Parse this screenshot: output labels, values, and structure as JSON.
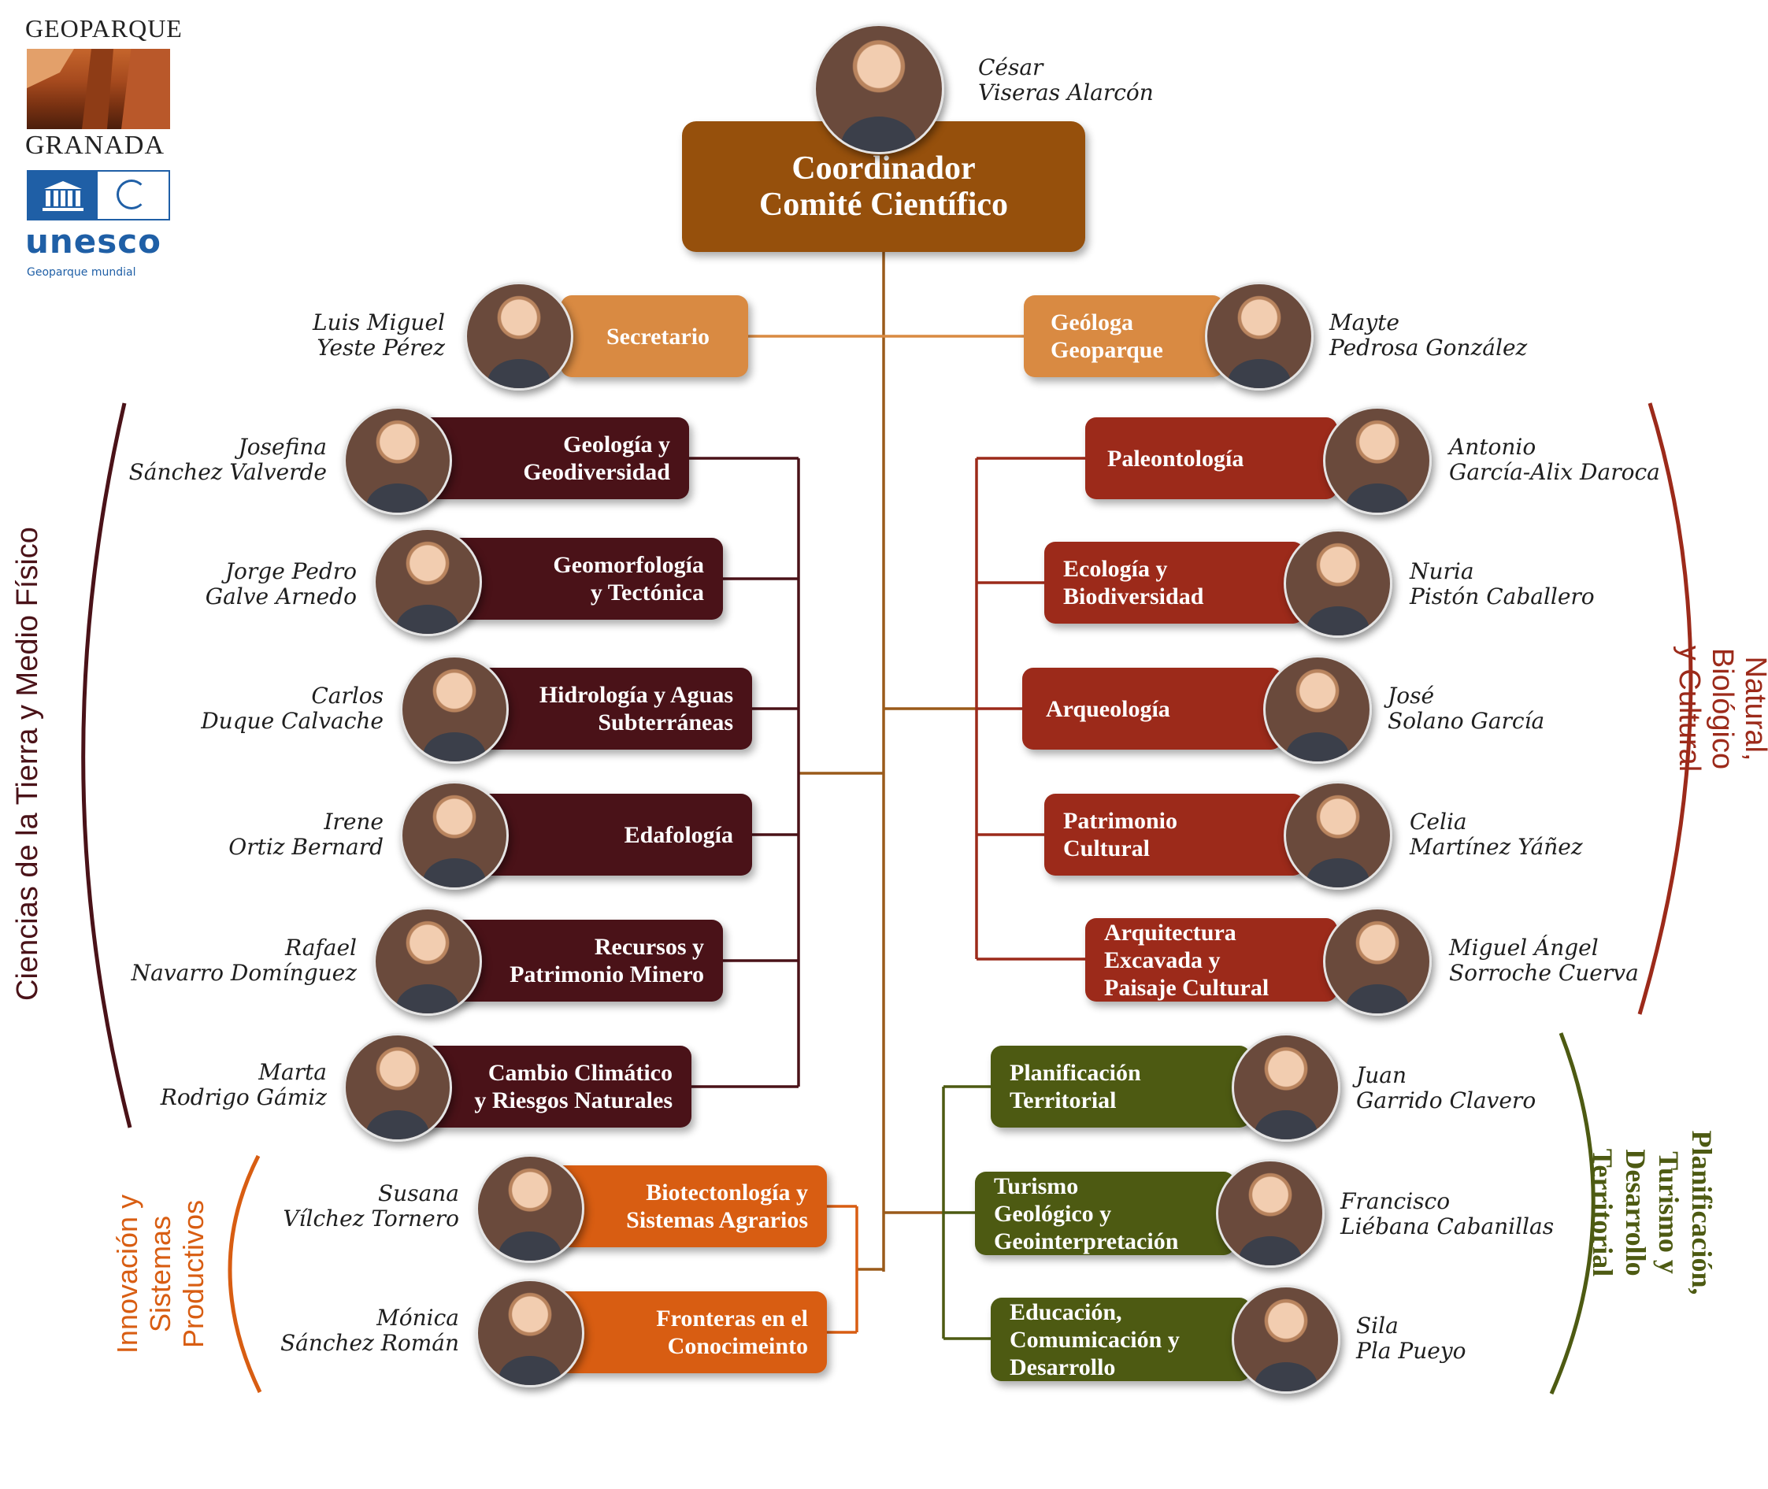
{
  "logo": {
    "top_text": "GEOPARQUE",
    "bottom_text": "GRANADA",
    "unesco_text": "unesco",
    "unesco_sub": "Geoparque mundial"
  },
  "colors": {
    "coordinator": "#96500c",
    "light_orange": "#d98a42",
    "dark_maroon": "#4a1218",
    "rust": "#9c2a1a",
    "orange": "#d85d12",
    "olive": "#4d5a12",
    "trunk_line": "#9a5a1a"
  },
  "coordinator": {
    "label": "Coordinador\nComité Científico",
    "person": "César\nViseras Alarcón",
    "photo": "coordinator-photo"
  },
  "top_left": {
    "label": "Secretario",
    "person": "Luis Miguel\nYeste Pérez"
  },
  "top_right": {
    "label": "Geóloga\nGeoparque",
    "person": "Mayte\nPedrosa González"
  },
  "groups": {
    "earth": "Ciencias de la Tierra y Medio Físico",
    "heritage": "Patrimonio Natural, Biológico y Cultural",
    "innovation": "Innovación y\nSistemas\nProductivos",
    "planning": "Planificación, Turismo y\nDesarrollo Territorial"
  },
  "left_nodes": [
    {
      "label": "Geología y\nGeodiversidad",
      "person": "Josefina\nSánchez Valverde"
    },
    {
      "label": "Geomorfología\ny Tectónica",
      "person": "Jorge Pedro\nGalve Arnedo"
    },
    {
      "label": "Hidrología y Aguas\nSubterráneas",
      "person": "Carlos\nDuque Calvache"
    },
    {
      "label": "Edafología",
      "person": "Irene\nOrtiz Bernard"
    },
    {
      "label": "Recursos y\nPatrimonio Minero",
      "person": "Rafael\nNavarro Domínguez"
    },
    {
      "label": "Cambio Climático\ny Riesgos Naturales",
      "person": "Marta\nRodrigo Gámiz"
    }
  ],
  "innovation_nodes": [
    {
      "label": "Biotectonlogía y\nSistemas Agrarios",
      "person": "Susana\nVílchez Tornero"
    },
    {
      "label": "Fronteras en el\nConocimeinto",
      "person": "Mónica\nSánchez Román"
    }
  ],
  "right_nodes": [
    {
      "label": "Paleontología",
      "person": "Antonio\nGarcía-Alix Daroca"
    },
    {
      "label": "Ecología y\nBiodiversidad",
      "person": "Nuria\nPistón Caballero"
    },
    {
      "label": "Arqueología",
      "person": "José\nSolano García"
    },
    {
      "label": "Patrimonio\nCultural",
      "person": "Celia\nMartínez Yáñez"
    },
    {
      "label": "Arquitectura\nExcavada y\nPaisaje Cultural",
      "person": "Miguel Ángel\nSorroche Cuerva"
    }
  ],
  "planning_nodes": [
    {
      "label": "Planificación\nTerritorial",
      "person": "Juan\nGarrido Clavero"
    },
    {
      "label": "Turismo\nGeológico y\nGeointerpretación",
      "person": "Francisco\nLiébana Cabanillas"
    },
    {
      "label": "Educación,\nComumicación y\nDesarrollo",
      "person": "Sila\nPla Pueyo"
    }
  ]
}
